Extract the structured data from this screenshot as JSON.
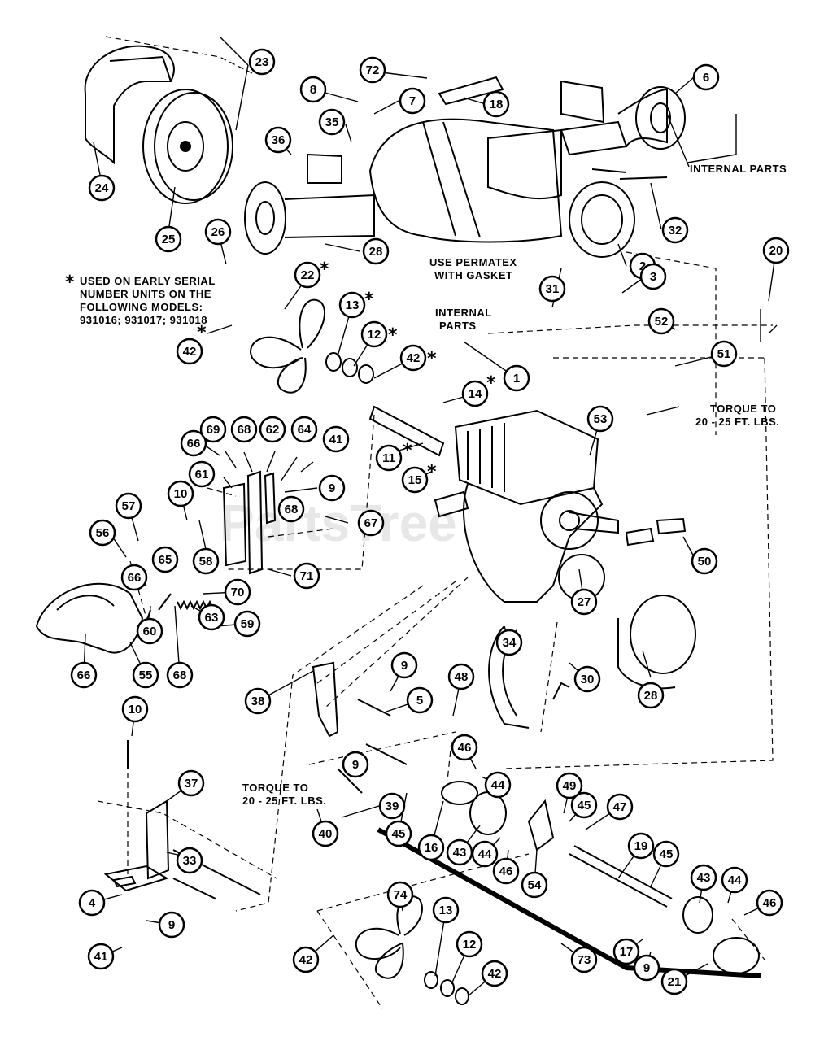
{
  "watermark": "PartsTree",
  "notes": {
    "internal_parts_top": "INTERNAL PARTS",
    "permatex_1": "USE PERMATEX",
    "permatex_2": "WITH GASKET",
    "early_serial_1": "USED ON EARLY SERIAL",
    "early_serial_2": "NUMBER UNITS ON THE",
    "early_serial_3": "FOLLOWING MODELS:",
    "early_serial_4": "931016; 931017; 931018",
    "internal_parts_mid_1": "INTERNAL",
    "internal_parts_mid_2": "PARTS",
    "torque_right_1": "TORQUE TO",
    "torque_right_2": "20 - 25 FT. LBS.",
    "torque_left_1": "TORQUE TO",
    "torque_left_2": "20 - 25 FT. LBS.",
    "asterisk": "*"
  },
  "callouts": [
    {
      "id": "c23",
      "label": "23"
    },
    {
      "id": "c24",
      "label": "24"
    },
    {
      "id": "c25",
      "label": "25"
    },
    {
      "id": "c72",
      "label": "72"
    },
    {
      "id": "c8",
      "label": "8"
    },
    {
      "id": "c7",
      "label": "7"
    },
    {
      "id": "c18",
      "label": "18"
    },
    {
      "id": "c6",
      "label": "6"
    },
    {
      "id": "c35",
      "label": "35"
    },
    {
      "id": "c36",
      "label": "36"
    },
    {
      "id": "c32",
      "label": "32"
    },
    {
      "id": "c26",
      "label": "26"
    },
    {
      "id": "c28a",
      "label": "28"
    },
    {
      "id": "c2",
      "label": "2"
    },
    {
      "id": "c3",
      "label": "3"
    },
    {
      "id": "c31",
      "label": "31"
    },
    {
      "id": "c20",
      "label": "20"
    },
    {
      "id": "c22",
      "label": "22"
    },
    {
      "id": "c13a",
      "label": "13"
    },
    {
      "id": "c12a",
      "label": "12"
    },
    {
      "id": "c42a",
      "label": "42"
    },
    {
      "id": "c42b",
      "label": "42"
    },
    {
      "id": "c1",
      "label": "1"
    },
    {
      "id": "c52",
      "label": "52"
    },
    {
      "id": "c51",
      "label": "51"
    },
    {
      "id": "c14",
      "label": "14"
    },
    {
      "id": "c53",
      "label": "53"
    },
    {
      "id": "c11",
      "label": "11"
    },
    {
      "id": "c15",
      "label": "15"
    },
    {
      "id": "c66a",
      "label": "66"
    },
    {
      "id": "c69",
      "label": "69"
    },
    {
      "id": "c68a",
      "label": "68"
    },
    {
      "id": "c62",
      "label": "62"
    },
    {
      "id": "c64",
      "label": "64"
    },
    {
      "id": "c41a",
      "label": "41"
    },
    {
      "id": "c61",
      "label": "61"
    },
    {
      "id": "c9a",
      "label": "9"
    },
    {
      "id": "c57",
      "label": "57"
    },
    {
      "id": "c10a",
      "label": "10"
    },
    {
      "id": "c68b",
      "label": "68"
    },
    {
      "id": "c67",
      "label": "67"
    },
    {
      "id": "c56",
      "label": "56"
    },
    {
      "id": "c58",
      "label": "58"
    },
    {
      "id": "c50",
      "label": "50"
    },
    {
      "id": "c65",
      "label": "65"
    },
    {
      "id": "c71",
      "label": "71"
    },
    {
      "id": "c66b",
      "label": "66"
    },
    {
      "id": "c70",
      "label": "70"
    },
    {
      "id": "c63",
      "label": "63"
    },
    {
      "id": "c27",
      "label": "27"
    },
    {
      "id": "c59",
      "label": "59"
    },
    {
      "id": "c60",
      "label": "60"
    },
    {
      "id": "c66c",
      "label": "66"
    },
    {
      "id": "c55",
      "label": "55"
    },
    {
      "id": "c68c",
      "label": "68"
    },
    {
      "id": "c34",
      "label": "34"
    },
    {
      "id": "c30",
      "label": "30"
    },
    {
      "id": "c28b",
      "label": "28"
    },
    {
      "id": "c9b",
      "label": "9"
    },
    {
      "id": "c48",
      "label": "48"
    },
    {
      "id": "c38",
      "label": "38"
    },
    {
      "id": "c5",
      "label": "5"
    },
    {
      "id": "c10b",
      "label": "10"
    },
    {
      "id": "c46a",
      "label": "46"
    },
    {
      "id": "c44a",
      "label": "44"
    },
    {
      "id": "c9c",
      "label": "9"
    },
    {
      "id": "c49",
      "label": "49"
    },
    {
      "id": "c45a",
      "label": "45"
    },
    {
      "id": "c47",
      "label": "47"
    },
    {
      "id": "c37",
      "label": "37"
    },
    {
      "id": "c39",
      "label": "39"
    },
    {
      "id": "c40",
      "label": "40"
    },
    {
      "id": "c45b",
      "label": "45"
    },
    {
      "id": "c16",
      "label": "16"
    },
    {
      "id": "c43a",
      "label": "43"
    },
    {
      "id": "c44b",
      "label": "44"
    },
    {
      "id": "c46b",
      "label": "46"
    },
    {
      "id": "c54",
      "label": "54"
    },
    {
      "id": "c19",
      "label": "19"
    },
    {
      "id": "c45c",
      "label": "45"
    },
    {
      "id": "c33",
      "label": "33"
    },
    {
      "id": "c43b",
      "label": "43"
    },
    {
      "id": "c44c",
      "label": "44"
    },
    {
      "id": "c46c",
      "label": "46"
    },
    {
      "id": "c4",
      "label": "4"
    },
    {
      "id": "c9d",
      "label": "9"
    },
    {
      "id": "c41b",
      "label": "41"
    },
    {
      "id": "c74",
      "label": "74"
    },
    {
      "id": "c13b",
      "label": "13"
    },
    {
      "id": "c12b",
      "label": "12"
    },
    {
      "id": "c42c",
      "label": "42"
    },
    {
      "id": "c42d",
      "label": "42"
    },
    {
      "id": "c73",
      "label": "73"
    },
    {
      "id": "c17",
      "label": "17"
    },
    {
      "id": "c9e",
      "label": "9"
    },
    {
      "id": "c21",
      "label": "21"
    }
  ]
}
